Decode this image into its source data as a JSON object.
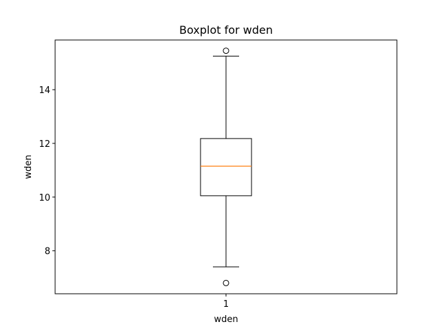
{
  "chart_data": {
    "type": "boxplot",
    "title": "Boxplot for wden",
    "xlabel": "wden",
    "ylabel": "wden",
    "ylim": [
      6.4,
      15.85
    ],
    "yticks": [
      8,
      10,
      12,
      14
    ],
    "ytick_labels": [
      "8",
      "10",
      "12",
      "14"
    ],
    "categories": [
      "1"
    ],
    "boxes": [
      {
        "category": "1",
        "whisker_low": 7.4,
        "q1": 10.05,
        "median": 11.15,
        "q3": 12.18,
        "whisker_high": 15.25,
        "outliers": [
          15.45,
          6.8
        ]
      }
    ],
    "grid": false,
    "colors": {
      "box": "#000000",
      "median": "#ff7f0e",
      "outlier": "#000000"
    }
  }
}
